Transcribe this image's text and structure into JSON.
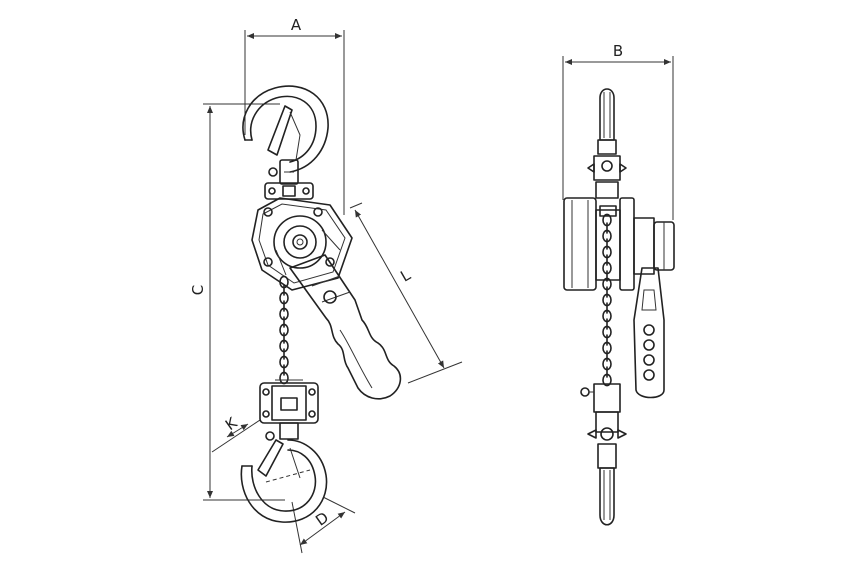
{
  "labels": {
    "A": "A",
    "B": "B",
    "C": "C",
    "L": "L",
    "K": "K",
    "D": "D"
  },
  "colors": {
    "line": "#222222",
    "background": "#ffffff"
  }
}
